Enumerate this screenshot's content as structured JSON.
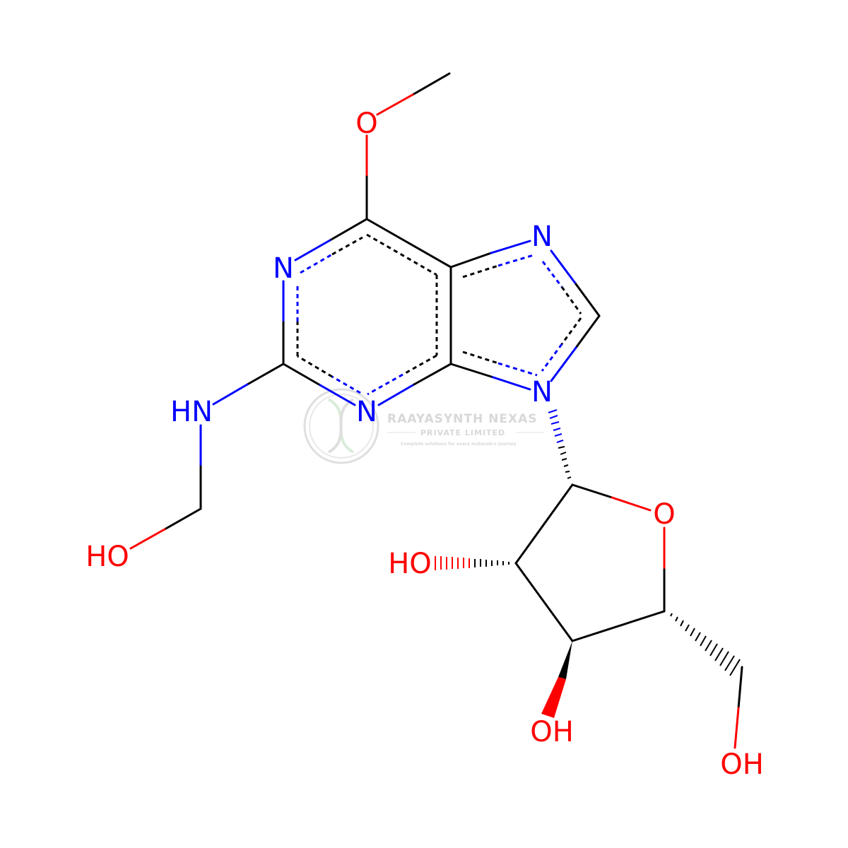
{
  "colors": {
    "carbon": "#000000",
    "nitrogen": "#0000ff",
    "oxygen": "#ff0000",
    "watermark": "#d9d9d9"
  },
  "watermark": {
    "title": "RAAYASYNTH NEXAS",
    "subtitle": "PRIVATE LIMITED",
    "tagline": "Complete solutions for every molecule's journey"
  },
  "atoms": {
    "o_methoxy": "O",
    "n1": "N",
    "n3": "N",
    "n7": "N",
    "n9": "N",
    "nh": "HN",
    "oh_hydroxymethyl": "HO",
    "o_ring": "O",
    "oh_2prime": "HO",
    "oh_3prime": "OH",
    "oh_5prime": "OH"
  }
}
